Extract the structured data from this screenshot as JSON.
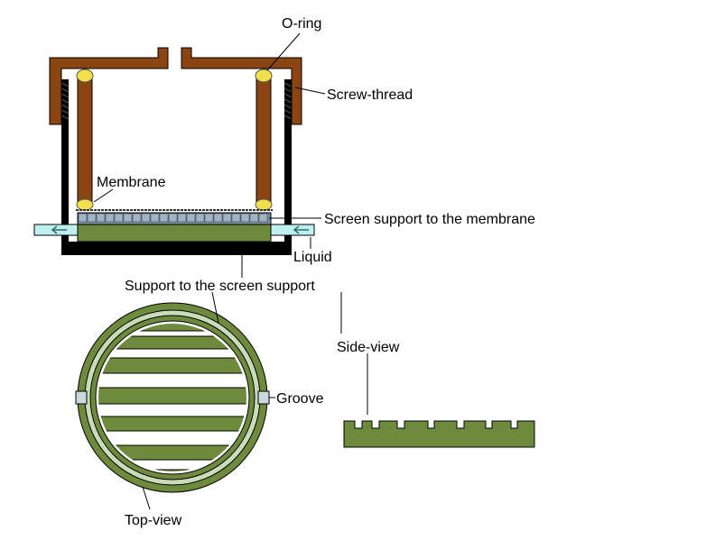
{
  "labels": {
    "o_ring": "O-ring",
    "screw_thread": "Screw-thread",
    "membrane": "Membrane",
    "screen_support": "Screen support to the membrane",
    "liquid": "Liquid",
    "support_to_screen_support": "Support to the screen support",
    "side_view": "Side-view",
    "groove": "Groove",
    "top_view": "Top-view"
  },
  "colors": {
    "brown": "#8B4513",
    "black": "#000000",
    "green": "#6E8B3D",
    "ring_light": "#C9DBB7",
    "oring": "#F2E04A",
    "liquid": "#BFEFEF",
    "screen_tile": "#9FB4C6",
    "groove": "#C8D8DC",
    "arrow": "#2E6E6E"
  },
  "icons": {
    "flow_arrow": "arrow-left-icon"
  }
}
